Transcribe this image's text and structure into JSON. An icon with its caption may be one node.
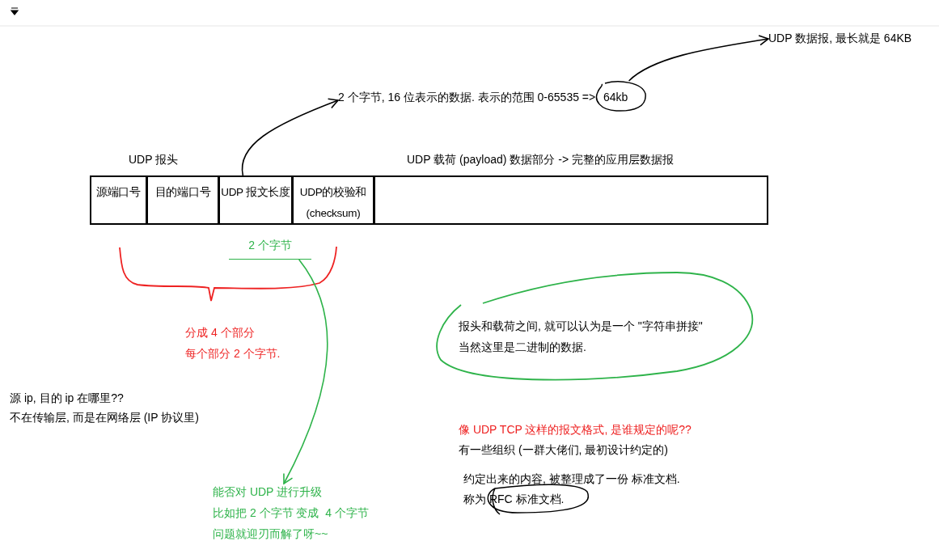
{
  "diagram": {
    "nodes": [
      {
        "text": [
          "源端口号"
        ]
      },
      {
        "text": [
          "目的端口号"
        ]
      },
      {
        "text": [
          "UDP 报文长度"
        ]
      },
      {
        "text": [
          "UDP的校验和 (checksum)"
        ]
      },
      {
        "text": [
          "UDP 载荷 (payload) 数据部分 -> 完整的应用层数据报"
        ]
      },
      {
        "text": [
          "2 个字节, 16 位表示的数据. 表示的范围 0-65535 =>"
        ]
      },
      {
        "text": [
          "64kb"
        ]
      },
      {
        "text": [
          "UDP 数据报, 最长就是 64KB"
        ]
      },
      {
        "text": [
          "2 个字节"
        ]
      },
      {
        "text": [
          "报头和载荷之间, 就可以认为是一个 \"字符串拼接\"",
          "当然这里是二进制的数据."
        ]
      },
      {
        "text": [
          "能否对 UDP 进行升级",
          "比如把 2 个字节 变成  4 个字节",
          "问题就迎刃而解了呀~~"
        ]
      }
    ],
    "edges": [
      {
        "from": 2,
        "to": 5,
        "arrow": "to"
      },
      {
        "from": 6,
        "to": 7,
        "arrow": "to"
      },
      {
        "from": 8,
        "to": 10,
        "arrow": "to",
        "color": "#2eb34a"
      }
    ],
    "labels": [
      "UDP 报头",
      "分成 4 个部分",
      "每个部分 2 个字节.",
      "源 ip, 目的 ip 在哪里??",
      "不在传输层, 而是在网络层 (IP 协议里)",
      "像 UDP TCP 这样的报文格式, 是谁规定的呢??",
      "有一些组织 (一群大佬们, 最初设计约定的)",
      "约定出来的内容, 被整理成了一份 标准文档.",
      "称为 RFC 标准文档."
    ]
  }
}
